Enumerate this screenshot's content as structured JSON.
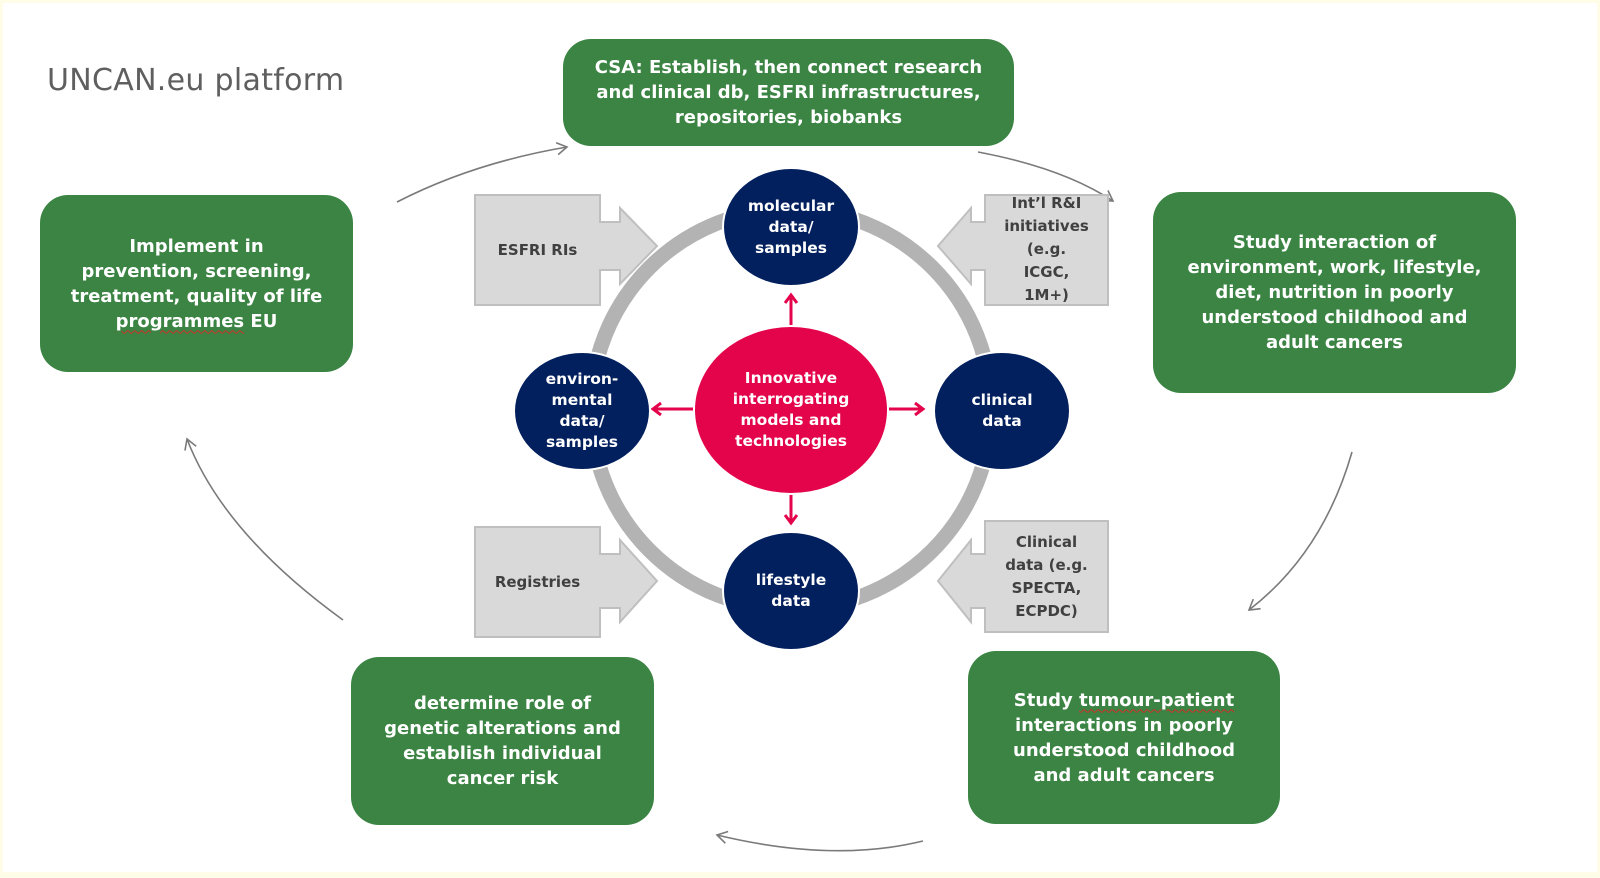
{
  "title": "UNCAN.eu platform",
  "colors": {
    "green": "#3b8443",
    "navy": "#03205e",
    "red": "#e4044b",
    "ring_grey": "#b3b3b3",
    "callout_fill": "#d9d9d9",
    "callout_stroke": "#bfbfbf",
    "connector": "#7a7a7a"
  },
  "process_boxes": {
    "top": "CSA: Establish, then connect research\nand clinical db, ESFRI infrastructures,\nrepositories, biobanks",
    "right": "Study interaction of\nenvironment, work, lifestyle,\ndiet, nutrition in poorly\nunderstood childhood and\nadult cancers",
    "bottom_right": {
      "pre": "Study ",
      "flagged": "tumour-patient",
      "post": "\ninteractions in poorly\nunderstood childhood\nand adult cancers"
    },
    "bottom_left": "determine role of\ngenetic alterations and\nestablish individual\ncancer risk",
    "left": {
      "pre": "Implement in\nprevention,  screening,\ntreatment, quality of life\n",
      "flagged": "programmes",
      "post": " EU"
    }
  },
  "hub": {
    "center": "Innovative\ninterrogating\nmodels and\ntechnologies",
    "top": "molecular\ndata/\nsamples",
    "right": "clinical\ndata",
    "bottom": "lifestyle\ndata",
    "left": "environ-\nmental\ndata/\nsamples"
  },
  "callouts": {
    "top_left": "ESFRI RIs",
    "top_right": "Int’l R&I\ninitiatives\n(e.g.\nICGC,\n1M+)",
    "bottom_left": "Registries",
    "bottom_right": "Clinical\ndata (e.g.\nSPECTA,\nECPDC)"
  }
}
